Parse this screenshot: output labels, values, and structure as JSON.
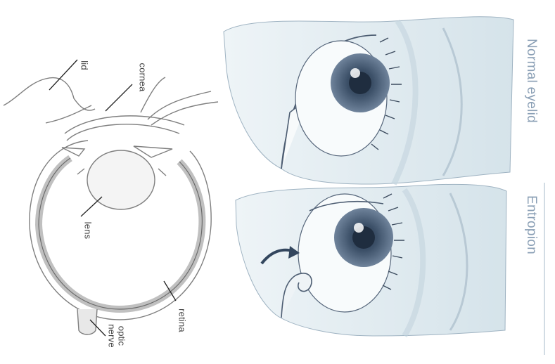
{
  "anatomy_labels": {
    "lid": "lid",
    "cornea": "cornea",
    "lens": "lens",
    "retina": "retina",
    "optic_nerve_line1": "optic",
    "optic_nerve_line2": "nerve"
  },
  "panel_titles": {
    "normal": "Normal eyelid",
    "entropion": "Entropion"
  },
  "colors": {
    "skin": "#e6eff3",
    "iris": "#51667e",
    "pupil": "#2b3b50",
    "outline": "#4d5d72",
    "title": "#8a9fb5"
  }
}
